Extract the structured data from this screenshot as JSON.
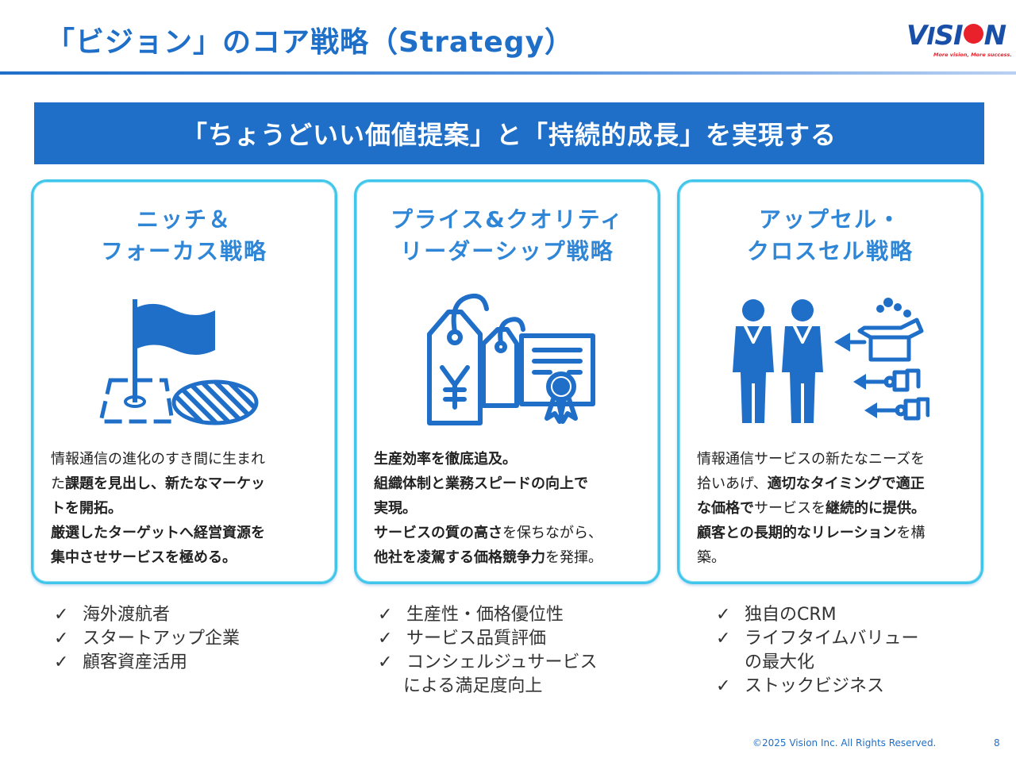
{
  "header": {
    "title": "「ビジョン」のコア戦略（Strategy）",
    "logo_text": "VISION",
    "logo_tagline": "More vision, More success."
  },
  "banner": {
    "text": "「ちょうどいい価値提案」と「持続的成長」を実現する"
  },
  "cards": [
    {
      "title_line1": "ニッチ＆",
      "title_line2": "フォーカス戦略",
      "icon": "flag-target-icon",
      "desc": [
        [
          {
            "t": "情報通信の進化のすき間に生まれ",
            "b": false
          }
        ],
        [
          {
            "t": "た",
            "b": false
          },
          {
            "t": "課題を見出し、新たなマーケッ",
            "b": true
          }
        ],
        [
          {
            "t": "トを開拓。",
            "b": true
          }
        ],
        [
          {
            "t": "厳選したターゲットへ経営資源を",
            "b": true
          }
        ],
        [
          {
            "t": "集中させサービスを極める。",
            "b": true
          }
        ]
      ],
      "checks": [
        "海外渡航者",
        "スタートアップ企業",
        "顧客資産活用"
      ]
    },
    {
      "title_line1": "プライス&クオリティ",
      "title_line2": "リーダーシップ戦略",
      "icon": "price-tag-certificate-icon",
      "desc": [
        [
          {
            "t": "生産効率を徹底追及。",
            "b": true
          }
        ],
        [
          {
            "t": "組織体制と業務スピードの向上で",
            "b": true
          }
        ],
        [
          {
            "t": "実現。",
            "b": true
          }
        ],
        [
          {
            "t": "サービスの質の高さ",
            "b": true
          },
          {
            "t": "を保ちながら、",
            "b": false
          }
        ],
        [
          {
            "t": "他社を凌駕する価格競争力",
            "b": true
          },
          {
            "t": "を発揮。",
            "b": false
          }
        ]
      ],
      "checks": [
        "生産性・価格優位性",
        "サービス品質評価",
        "コンシェルジュサービス",
        "による満足度向上"
      ]
    },
    {
      "title_line1": "アップセル・",
      "title_line2": "クロスセル戦略",
      "icon": "customers-products-icon",
      "desc": [
        [
          {
            "t": "情報通信サービスの新たなニーズを",
            "b": false
          }
        ],
        [
          {
            "t": "拾いあげ、",
            "b": false
          },
          {
            "t": "適切なタイミングで適正",
            "b": true
          }
        ],
        [
          {
            "t": "な価格で",
            "b": true
          },
          {
            "t": "サービスを",
            "b": false
          },
          {
            "t": "継続的に提供。",
            "b": true
          }
        ],
        [
          {
            "t": "顧客との長期的なリレーション",
            "b": true
          },
          {
            "t": "を構",
            "b": false
          }
        ],
        [
          {
            "t": "築。",
            "b": false
          }
        ]
      ],
      "checks": [
        "独自のCRM",
        "ライフタイムバリュー",
        "の最大化",
        "ストックビジネス"
      ]
    }
  ],
  "footer": {
    "copyright": "©2025 Vision Inc. All Rights Reserved.",
    "page_number": "8"
  },
  "colors": {
    "primary": "#1f6fc9",
    "card_border": "#3fc6ea",
    "icon_blue": "#1f6fc9",
    "logo_red": "#e8212a"
  }
}
